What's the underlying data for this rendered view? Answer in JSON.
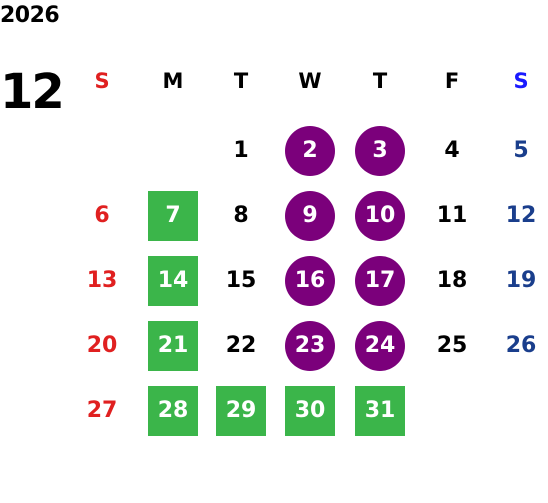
{
  "calendar": {
    "year": "2026",
    "month": "12",
    "weekdays": [
      "S",
      "M",
      "T",
      "W",
      "T",
      "F",
      "S"
    ],
    "first_column": 2,
    "days": [
      "1",
      "2",
      "3",
      "4",
      "5",
      "6",
      "7",
      "8",
      "9",
      "10",
      "11",
      "12",
      "13",
      "14",
      "15",
      "16",
      "17",
      "18",
      "19",
      "20",
      "21",
      "22",
      "23",
      "24",
      "25",
      "26",
      "27",
      "28",
      "29",
      "30",
      "31"
    ],
    "circle_days": [
      "2",
      "3",
      "9",
      "10",
      "16",
      "17",
      "23",
      "24"
    ],
    "square_days": [
      "7",
      "14",
      "21",
      "28",
      "29",
      "30",
      "31"
    ]
  },
  "colors": {
    "sunday": "#e02020",
    "saturday_header": "#1a1aff",
    "saturday": "#1a3e8c",
    "default": "#000000",
    "circle_fill": "#7b007b",
    "square_fill": "#3bb54a",
    "filled_text": "#ffffff"
  }
}
